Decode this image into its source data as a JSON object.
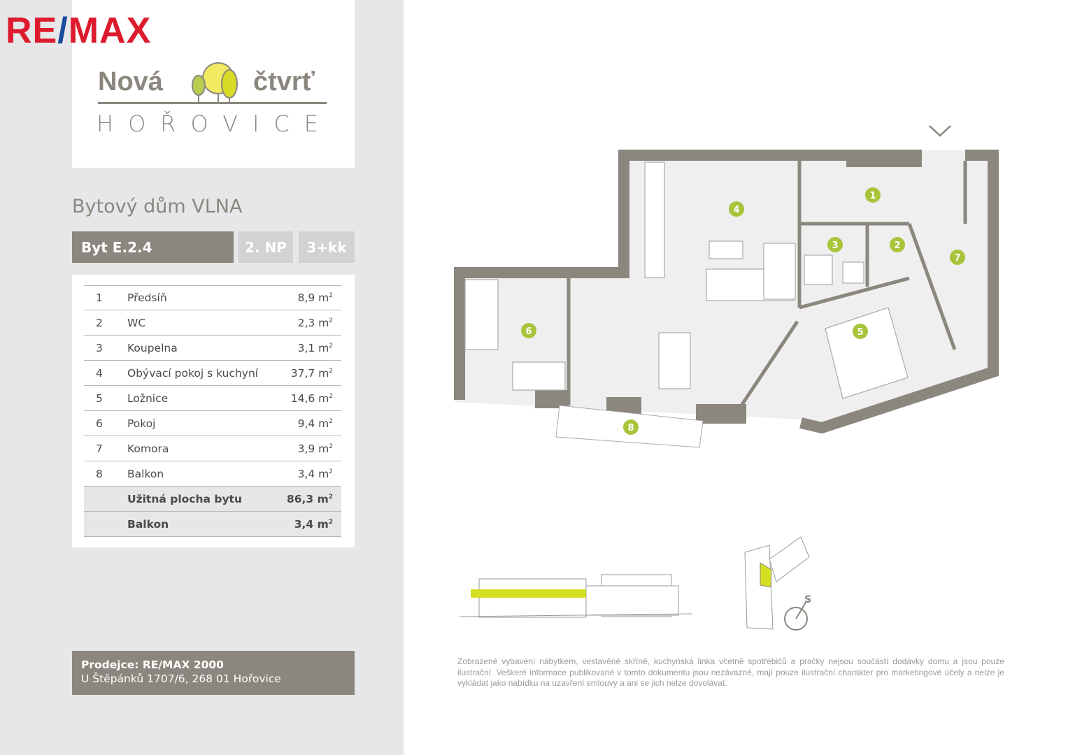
{
  "logo": {
    "remax": "RE/MAX",
    "project_line1_a": "Nová",
    "project_line1_b": "čtvrť",
    "project_line2": "HOŘOVICE"
  },
  "building_title": "Bytový dům VLNA",
  "tags": {
    "unit": "Byt E.2.4",
    "floor": "2. NP",
    "layout": "3+kk"
  },
  "rooms": [
    {
      "no": "1",
      "name": "Předsíň",
      "area": "8,9 m",
      "unit_sup": "2"
    },
    {
      "no": "2",
      "name": "WC",
      "area": "2,3 m",
      "unit_sup": "2"
    },
    {
      "no": "3",
      "name": "Koupelna",
      "area": "3,1 m",
      "unit_sup": "2"
    },
    {
      "no": "4",
      "name": "Obývací pokoj s kuchyní",
      "area": "37,7 m",
      "unit_sup": "2"
    },
    {
      "no": "5",
      "name": "Ložnice",
      "area": "14,6 m",
      "unit_sup": "2"
    },
    {
      "no": "6",
      "name": "Pokoj",
      "area": "9,4 m",
      "unit_sup": "2"
    },
    {
      "no": "7",
      "name": "Komora",
      "area": "3,9 m",
      "unit_sup": "2"
    },
    {
      "no": "8",
      "name": "Balkon",
      "area": "3,4 m",
      "unit_sup": "2"
    }
  ],
  "totals": [
    {
      "name": "Užitná plocha bytu",
      "area": "86,3 m",
      "unit_sup": "2"
    },
    {
      "name": "Balkon",
      "area": "3,4 m",
      "unit_sup": "2"
    }
  ],
  "seller": {
    "label": "Prodejce: RE/MAX 2000",
    "address": "U Štěpánků 1707/6, 268 01 Hořovice"
  },
  "compass": "S",
  "disclaimer": "Zobrazené vybavení nábytkem, vestavěné skříně, kuchyňská linka včetně spotřebičů a pračky nejsou součástí dodávky domu a jsou pouze ilustrační. Veškeré informace publikované v tomto dokumentu jsou nezávazné, mají pouze ilustrační charakter pro marketingové účely a nelze je vykládat jako nabídku na uzavření smlouvy a ani se jich nelze dovolávat.",
  "colors": {
    "accent_green": "#a8c43a",
    "wall": "#8b877f",
    "highlight": "#d4e021",
    "remax_red": "#dc1c2e",
    "remax_blue": "#1a4a9c"
  }
}
